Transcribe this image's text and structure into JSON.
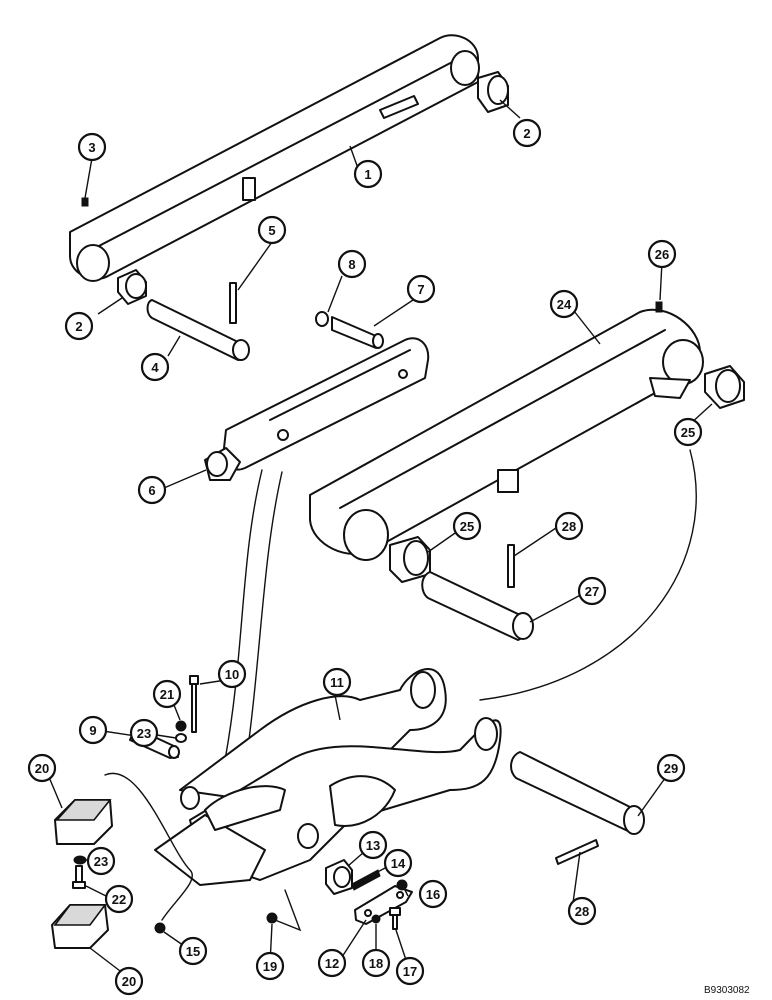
{
  "figure_id": "B9303082",
  "callouts": [
    "1",
    "2",
    "3",
    "4",
    "5",
    "6",
    "7",
    "8",
    "9",
    "10",
    "11",
    "12",
    "13",
    "14",
    "15",
    "16",
    "17",
    "18",
    "19",
    "20",
    "21",
    "22",
    "23",
    "24",
    "25",
    "26",
    "27",
    "28",
    "29"
  ]
}
